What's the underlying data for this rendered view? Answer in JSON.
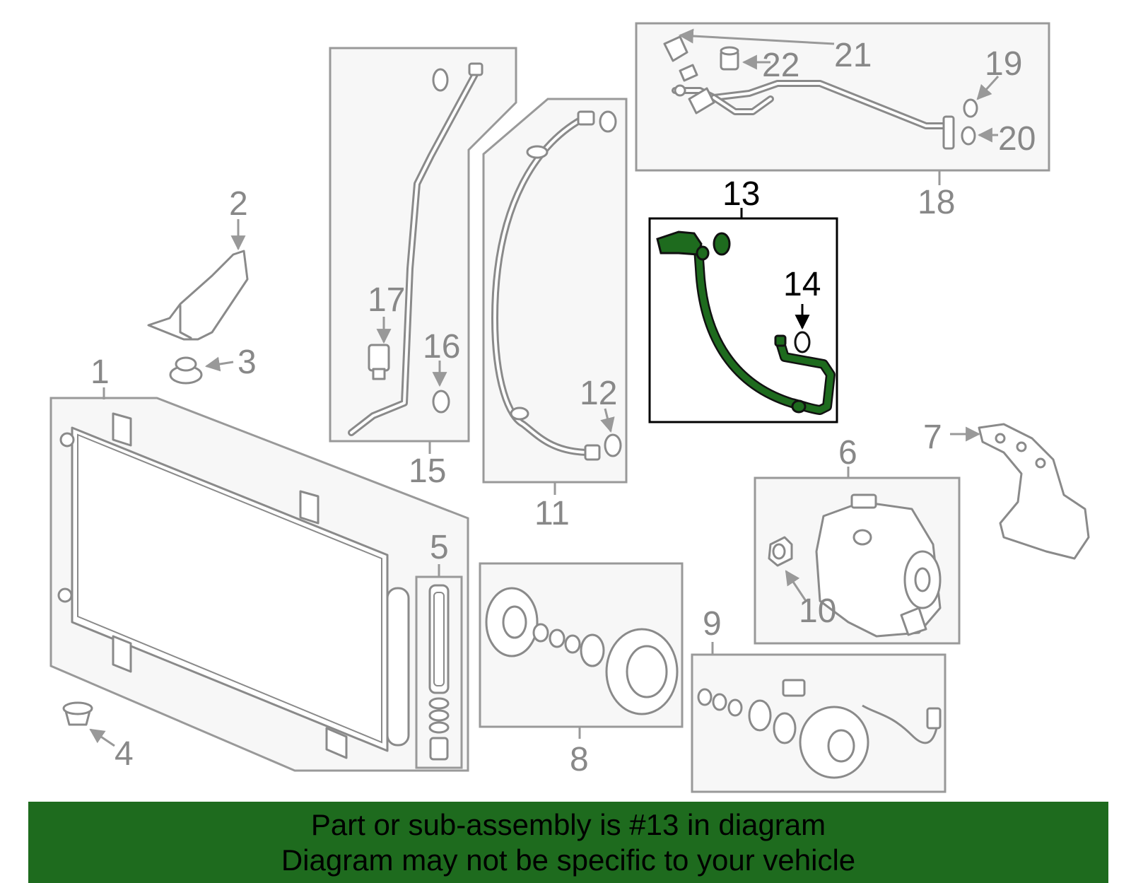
{
  "banner": {
    "line1": "Part or sub-assembly is #13 in diagram",
    "line2": "Diagram may not be specific to your vehicle"
  },
  "callouts": {
    "c1": "1",
    "c2": "2",
    "c3": "3",
    "c4": "4",
    "c5": "5",
    "c6": "6",
    "c7": "7",
    "c8": "8",
    "c9": "9",
    "c10": "10",
    "c11": "11",
    "c12": "12",
    "c13": "13",
    "c14": "14",
    "c15": "15",
    "c16": "16",
    "c17": "17",
    "c18": "18",
    "c19": "19",
    "c20": "20",
    "c21": "21",
    "c22": "22"
  },
  "highlight": {
    "part": "13",
    "color": "#1e6b1e"
  }
}
